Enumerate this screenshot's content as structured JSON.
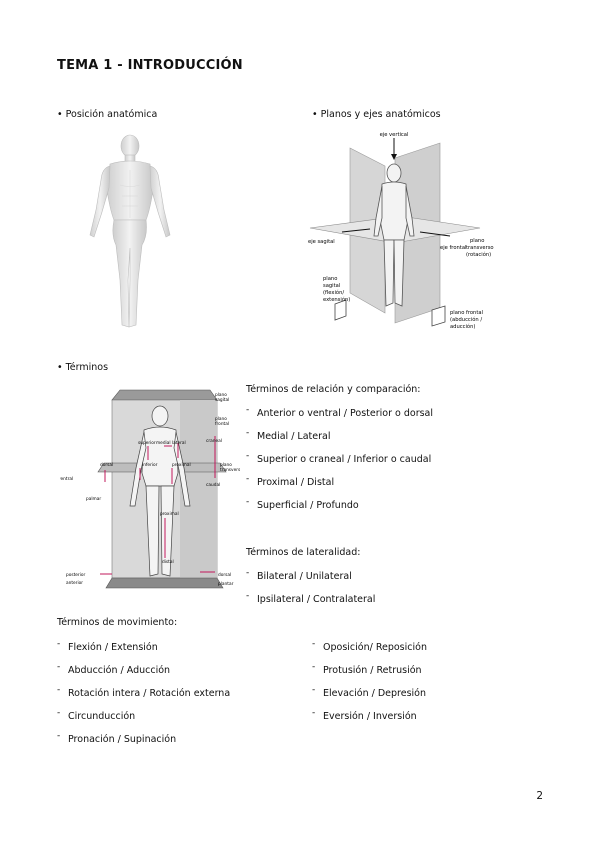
{
  "title": "TEMA 1 - INTRODUCCIÓN",
  "sections": {
    "posicion": "• Posición anatómica",
    "planos": "• Planos y ejes anatómicos",
    "terminos": "• Términos"
  },
  "planos_labels": {
    "eje_vertical": "eje vertical",
    "eje_sagital": "eje sagital",
    "eje_frontal": "eje frontal",
    "plano_transverso": [
      "plano",
      "transverso",
      "(rotación)"
    ],
    "plano_sagital": [
      "plano",
      "sagital",
      "(flexión/",
      "extensión)"
    ],
    "plano_frontal": [
      "plano frontal",
      "(abducción /",
      "aducción)"
    ]
  },
  "terminos_labels": {
    "plano_sagital": [
      "plano",
      "sagital"
    ],
    "plano_frontal": [
      "plano",
      "frontal"
    ],
    "plano_transverso": [
      "plano",
      "transverso"
    ],
    "superior": "superior",
    "medial": "medial",
    "lateral": "lateral",
    "craneal": "craneal",
    "inferior": "inferior",
    "proximal": "proximal",
    "dorsal": "dorsal",
    "ventral": "ventral",
    "caudal": "caudal",
    "palmar": "palmar",
    "distal": "distal",
    "posterior": "posterior",
    "anterior": "anterior",
    "plantar": "plantar"
  },
  "relacion": {
    "heading": "Términos de relación y comparación:",
    "items": [
      "Anterior o ventral / Posterior o dorsal",
      "Medial / Lateral",
      "Superior o craneal / Inferior o caudal",
      "Proximal / Distal",
      "Superficial / Profundo"
    ]
  },
  "lateralidad": {
    "heading": "Términos de lateralidad:",
    "items": [
      "Bilateral / Unilateral",
      "Ipsilateral / Contralateral"
    ]
  },
  "movimiento": {
    "heading": "Términos de movimiento:",
    "col1": [
      "Flexión / Extensión",
      "Abducción / Aducción",
      "Rotación intera / Rotación externa",
      "Circunducción",
      "Pronación / Supinación"
    ],
    "col2": [
      "Oposición/ Reposición",
      "Protusión / Retrusión",
      "Elevación / Depresión",
      "Eversión / Inversión"
    ]
  },
  "page_number": "2"
}
